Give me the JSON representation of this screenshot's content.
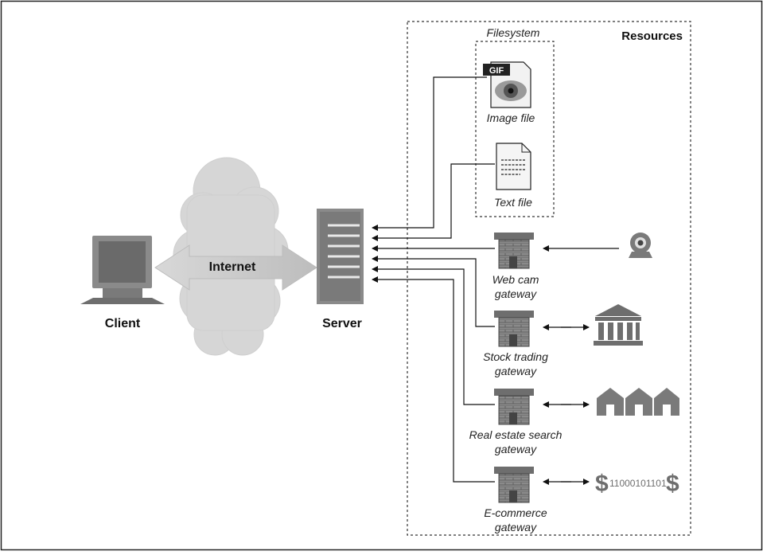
{
  "labels": {
    "client": "Client",
    "internet": "Internet",
    "server": "Server",
    "resources": "Resources",
    "filesystem": "Filesystem",
    "gif": "GIF",
    "image_file": "Image file",
    "text_file": "Text file",
    "webcam_gateway": [
      "Web cam",
      "gateway"
    ],
    "stock_gateway": [
      "Stock trading",
      "gateway"
    ],
    "realestate_gateway": [
      "Real estate search",
      "gateway"
    ],
    "ecommerce_gateway": [
      "E-commerce",
      "gateway"
    ],
    "binary": "11000101101",
    "dollar": "$"
  },
  "colors": {
    "frame": "#222222",
    "icon_dark": "#6e6e6e",
    "icon_mid": "#9a9a9a",
    "icon_light": "#cfcfcf",
    "cloud": "#d6d6d6",
    "arrow": "#a8a8a8"
  }
}
